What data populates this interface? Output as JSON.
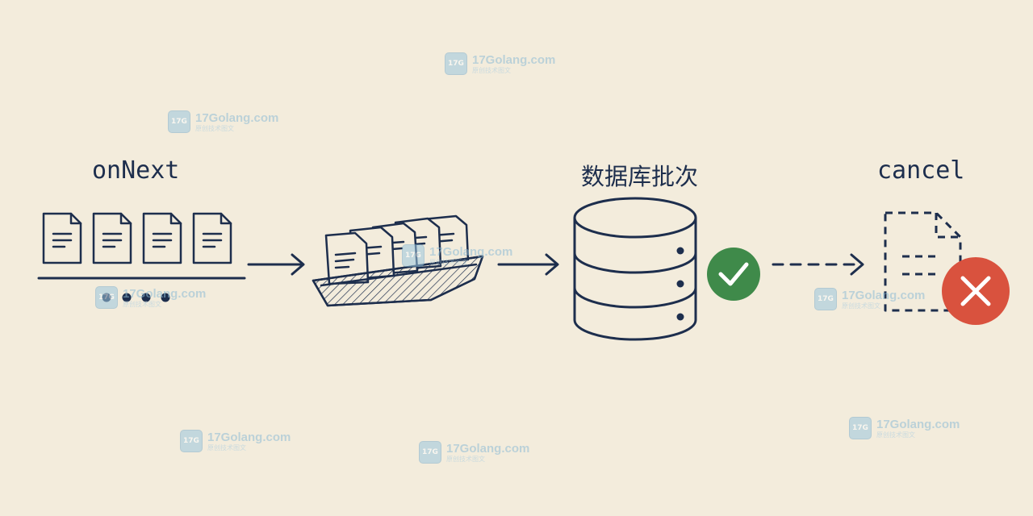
{
  "labels": {
    "on_next": "onNext",
    "db_batch": "数据库批次",
    "cancel": "cancel"
  },
  "watermark": {
    "site": "17Golang.com",
    "tagline": "原创技术图文",
    "logo_text": "17G"
  },
  "colors": {
    "background": "#f3ecdc",
    "ink": "#1d2e4d",
    "success": "#3f8a4a",
    "error": "#d9523e"
  },
  "icons": {
    "documents": "document-icon",
    "tray": "tray-icon",
    "database": "database-icon",
    "success": "check-circle-icon",
    "cancelled_document": "dashed-document-icon",
    "error": "x-circle-icon"
  }
}
